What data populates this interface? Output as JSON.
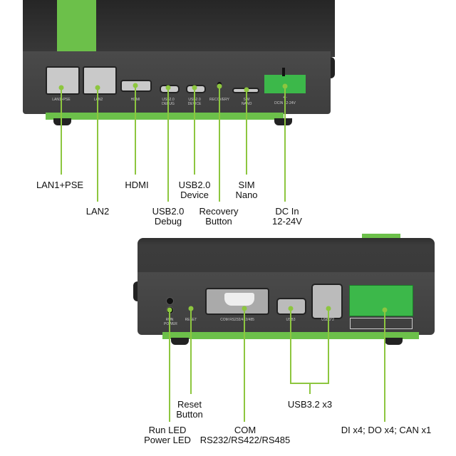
{
  "top_device": {
    "panel_labels": {
      "lan1": "LAN1+PSE",
      "lan2": "LAN2",
      "hdmi": "HDMI",
      "usb_debug": "USB2.0 DEBUG",
      "usb_device": "USB2.0 DEVICE",
      "recovery": "RECOVERY",
      "sim": "SIM NANO",
      "dc_polarity": "+   -",
      "dc": "DCIN 12-24V"
    },
    "callouts": {
      "lan1": "LAN1+PSE",
      "lan2": "LAN2",
      "hdmi": "HDMI",
      "usb_debug": "USB2.0 Debug",
      "usb_device": "USB2.0 Device",
      "recovery": "Recovery Button",
      "sim": "SIM Nano",
      "dc": "DC In 12-24V"
    }
  },
  "bottom_device": {
    "panel_labels": {
      "run": "RUN POWER",
      "reset": "RESET",
      "com": "COM RS232/422/485",
      "usb3": "USB3",
      "usb3x2": "USB3*2"
    },
    "callouts": {
      "leds": "Run LED Power LED",
      "reset": "Reset Button",
      "com": "COM RS232/RS422/RS485",
      "usb": "USB3.2 x3",
      "dio": "DI x4; DO x4; CAN x1"
    }
  },
  "colors": {
    "accent": "#8dc63f",
    "body": "#3a3a3a",
    "terminal": "#3cb84a"
  }
}
